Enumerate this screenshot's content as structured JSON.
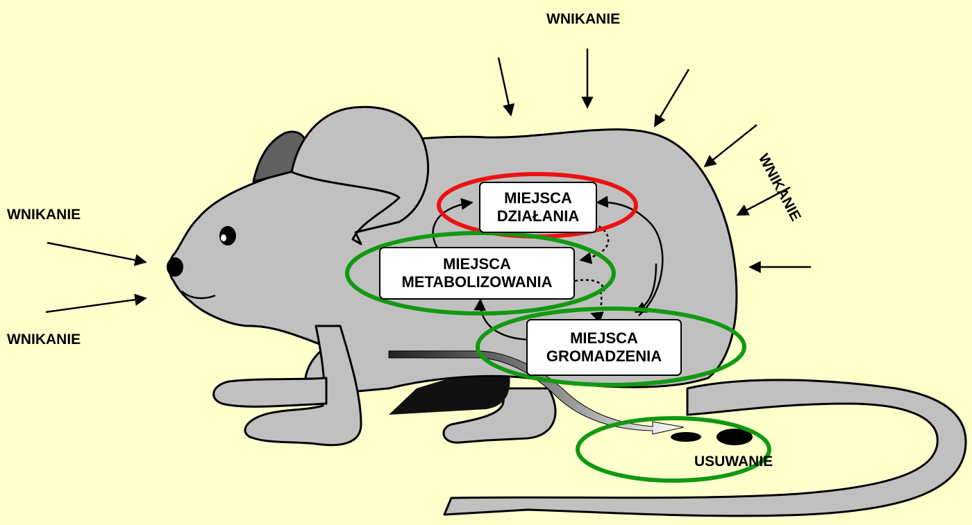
{
  "labels": {
    "entry_top": "WNIKANIE",
    "entry_right": "WNIKANIE",
    "entry_left_upper": "WNIKANIE",
    "entry_left_lower": "WNIKANIE",
    "elimination": "USUWANIE"
  },
  "boxes": {
    "action_sites": {
      "line1": "MIEJSCA",
      "line2": "DZIAŁANIA"
    },
    "metabolism_sites": {
      "line1": "MIEJSCA",
      "line2": "METABOLIZOWANIA"
    },
    "storage_sites": {
      "line1": "MIEJSCA",
      "line2": "GROMADZENIA"
    }
  },
  "colors": {
    "background": "#ffffcc",
    "mouse_body": "#c0c0c0",
    "ear_dark": "#606060",
    "outline": "#000000",
    "red_ellipse": "#ee1111",
    "green_ellipse": "#119911"
  }
}
